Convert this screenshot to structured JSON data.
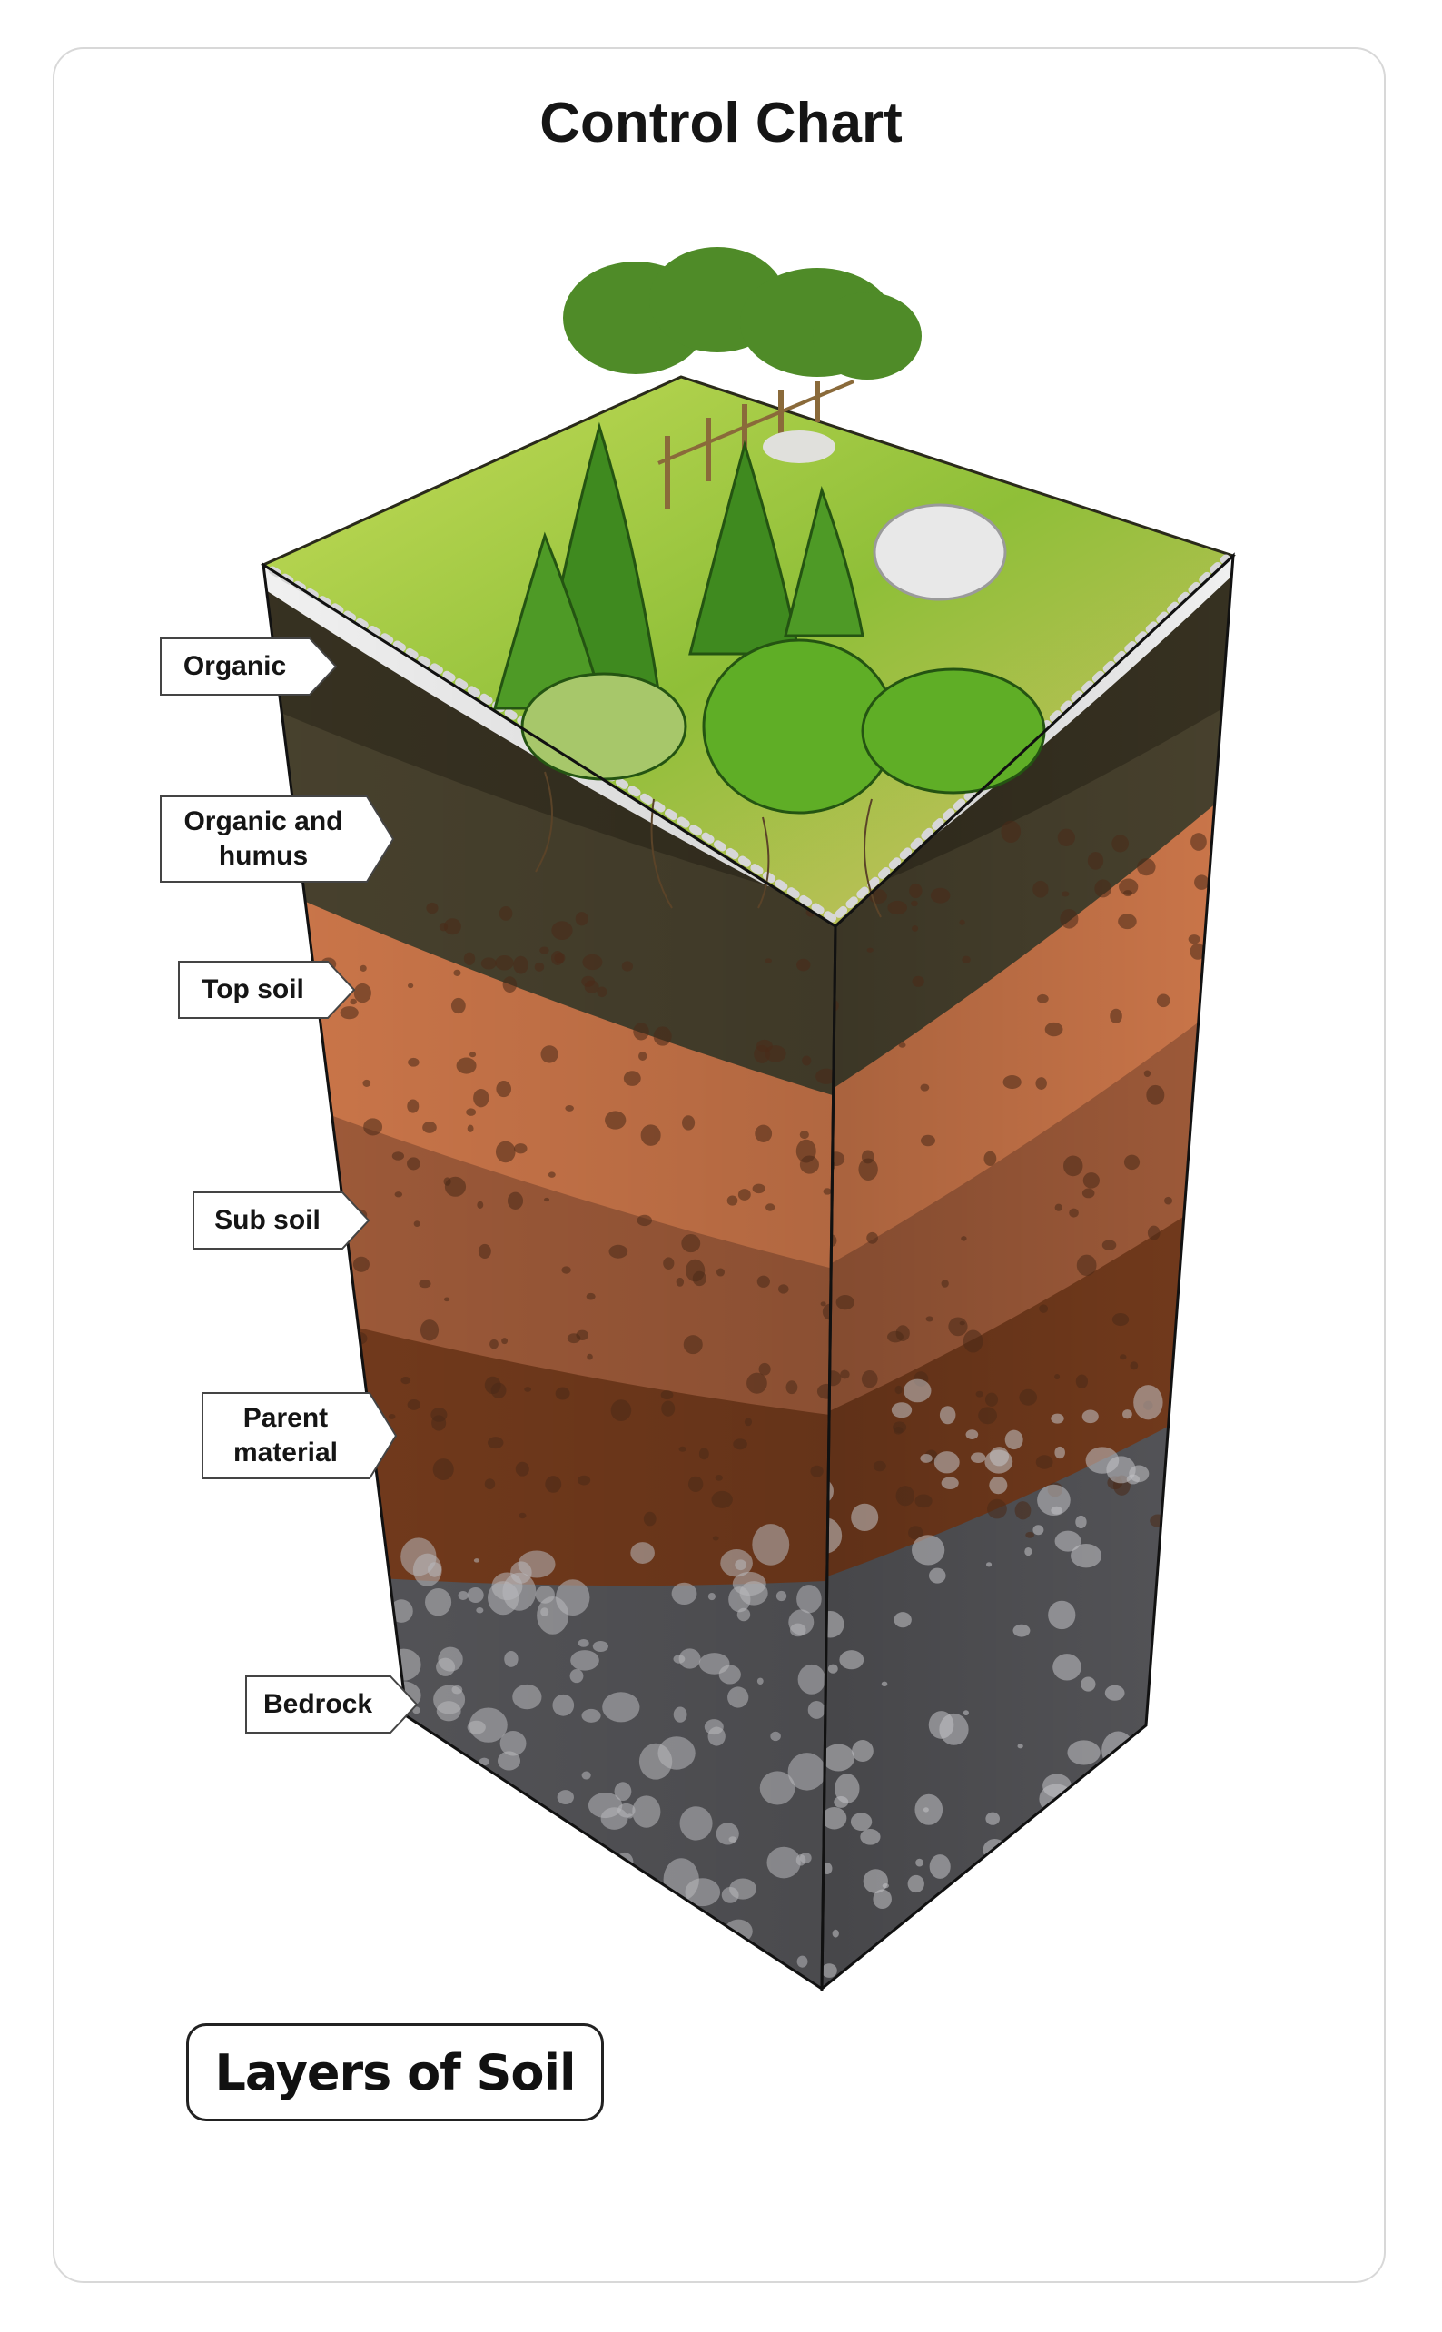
{
  "title": "Control Chart",
  "layers": [
    {
      "label": "Organic",
      "color": "#3a3423"
    },
    {
      "label": "Organic and\nhumus",
      "color": "#4c4530"
    },
    {
      "label": "Top soil",
      "color": "#d77d4e"
    },
    {
      "label": "Sub soil",
      "color": "#a8603d"
    },
    {
      "label": "Parent\nmaterial",
      "color": "#7a3e1e"
    },
    {
      "label": "Bedrock",
      "color": "#5a5a5e"
    }
  ],
  "caption": "Layers of Soil",
  "colors": {
    "grass": "#9cc63a",
    "tree": "#3f8a1f",
    "border": "#d8d8d8"
  }
}
